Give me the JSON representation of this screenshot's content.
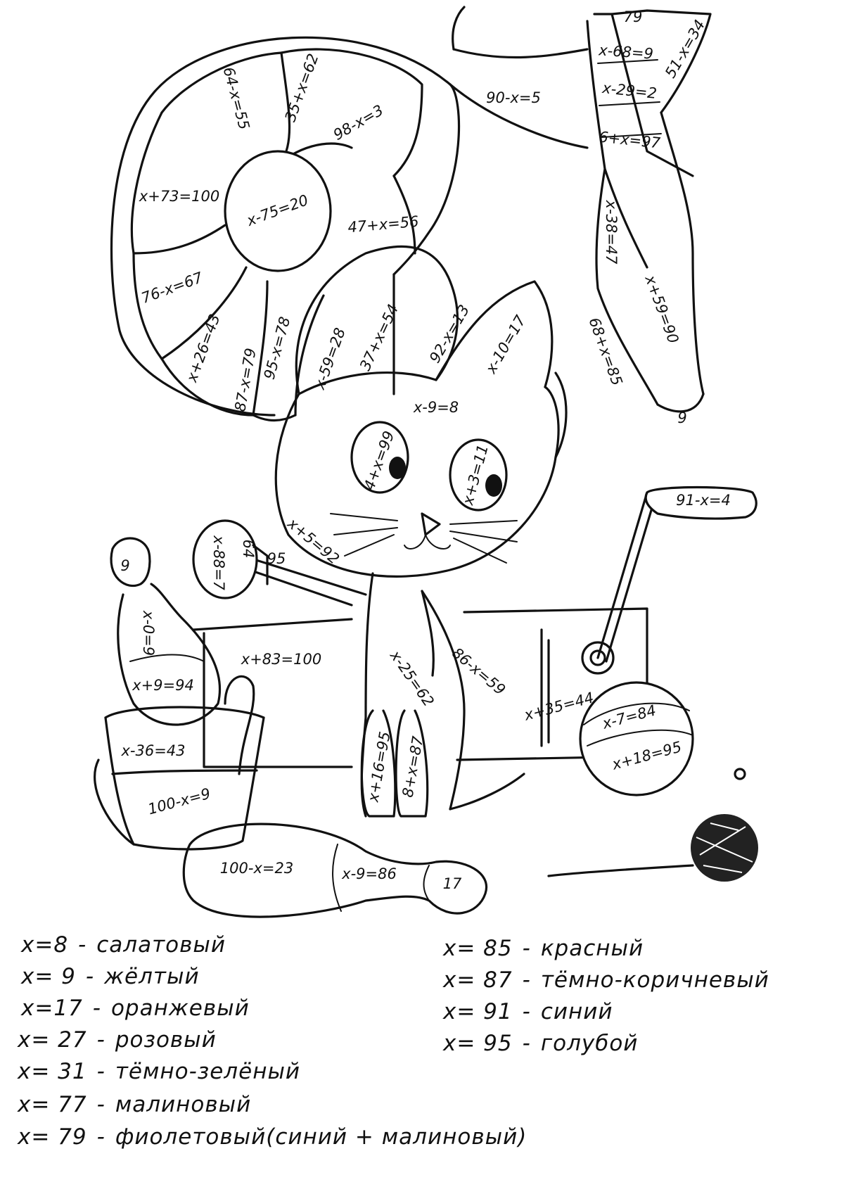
{
  "equations": {
    "e_79": "79",
    "e_x68": "x-68=9",
    "e_51x": "51-x=34",
    "e_90x": "90-x=5",
    "e_x29": "x-29=2",
    "e_6x": "6+x=97",
    "e_64x": "64-x=55",
    "e_35x": "35+x=62",
    "e_98x": "98-x=3",
    "e_x73": "x+73=100",
    "e_x75": "x-75=20",
    "e_47x": "47+x=56",
    "e_x38": "x-38=47",
    "e_76x": "76-x=67",
    "e_x59a": "x+59=90",
    "e_x26": "x+26=43",
    "e_87x": "87-x=79",
    "e_95x": "95-x=78",
    "e_x59b": "x-59=28",
    "e_37x": "37+x=54",
    "e_92x": "92-x=13",
    "e_x10": "x-10=17",
    "e_68x": "68+x=85",
    "e_9a": "9",
    "e_x9a": "x-9=8",
    "e_4x": "4+x=99",
    "e_x3": "x+3=11",
    "e_91x": "91-x=4",
    "e_x5": "x+5=92",
    "e_x88": "x-88=7",
    "e_cb": "64",
    "e_95a": "95",
    "e_9b": "9",
    "e_x0": "x-0=9",
    "e_x9b": "x+9=94",
    "e_x83": "x+83=100",
    "e_x25": "x-25=62",
    "e_86x": "86-x=59",
    "e_x35": "x+35=44",
    "e_x7": "x-7=84",
    "e_x18": "x+18=95",
    "e_x36": "x-36=43",
    "e_100xa": "100-x=9",
    "e_x16": "x+16=95",
    "e_8x": "8+x=87",
    "e_100xb": "100-x=23",
    "e_x9c": "x-9=86",
    "e_17": "17"
  },
  "legend": [
    {
      "value": "x=8",
      "color": "салатовый",
      "swatch": "#9acd32"
    },
    {
      "value": "x= 9",
      "color": "жёлтый",
      "swatch": "#ffd700"
    },
    {
      "value": "x=17",
      "color": "оранжевый",
      "swatch": "#ff8c00"
    },
    {
      "value": "x= 27",
      "color": "розовый",
      "swatch": "#ffb6c1"
    },
    {
      "value": "x= 31",
      "color": "тёмно-зелёный",
      "swatch": "#006400"
    },
    {
      "value": "x= 77",
      "color": "малиновый",
      "swatch": "#dc143c"
    },
    {
      "value": "x= 79",
      "color": "фиолетовый(синий + малиновый)",
      "swatch": "#8a2be2"
    },
    {
      "value": "x= 85",
      "color": "красный",
      "swatch": "#ff0000"
    },
    {
      "value": "x= 87",
      "color": "тёмно-коричневый",
      "swatch": "#5c3317"
    },
    {
      "value": "x= 91",
      "color": "синий",
      "swatch": "#0000ff"
    },
    {
      "value": "x= 95",
      "color": "голубой",
      "swatch": "#87ceeb"
    }
  ]
}
